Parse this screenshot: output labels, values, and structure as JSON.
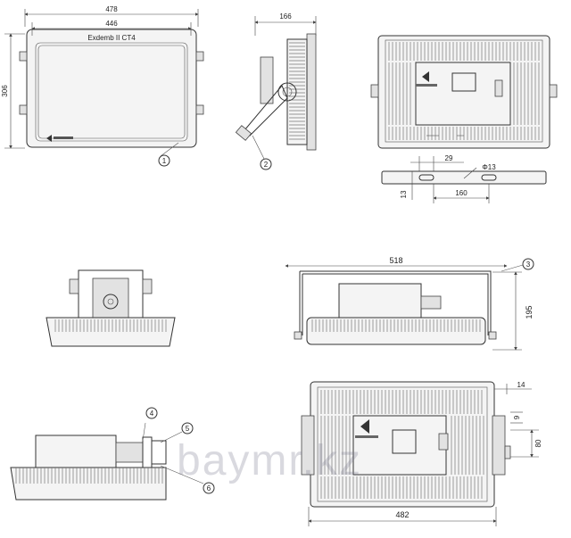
{
  "dimensions": {
    "front_width_outer": "478",
    "front_width_inner": "446",
    "front_height": "306",
    "side_depth": "166",
    "slot_spacing": "29",
    "hole_diameter": "Φ13",
    "slot_height": "13",
    "slot_distance": "160",
    "bracket_width": "518",
    "bracket_height": "195",
    "rear_width": "482",
    "rear_offset": "14",
    "rear_slot": "9",
    "rear_spacing": "80"
  },
  "labels": {
    "marking": "Exdemb II CT4",
    "watermark": "baymr.kz"
  },
  "callouts": [
    "1",
    "2",
    "3",
    "4",
    "5",
    "6"
  ],
  "colors": {
    "line": "#333333",
    "fin": "#777777",
    "watermark": "#8a8aa0"
  }
}
